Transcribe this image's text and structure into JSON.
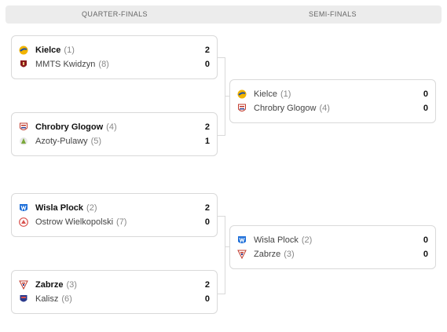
{
  "rounds": [
    "QUARTER-FINALS",
    "SEMI-FINALS"
  ],
  "quarter_finals": [
    {
      "teams": [
        {
          "name": "Kielce",
          "seed": "(1)",
          "score": "2",
          "winner": true,
          "logo": "kielce-logo",
          "color": "#f2b400"
        },
        {
          "name": "MMTS Kwidzyn",
          "seed": "(8)",
          "score": "0",
          "winner": false,
          "logo": "kwidzyn-logo",
          "color": "#8b1a1a"
        }
      ]
    },
    {
      "teams": [
        {
          "name": "Chrobry Glogow",
          "seed": "(4)",
          "score": "2",
          "winner": true,
          "logo": "chrobry-logo",
          "color": "#c0392b"
        },
        {
          "name": "Azoty-Pulawy",
          "seed": "(5)",
          "score": "1",
          "winner": false,
          "logo": "azoty-logo",
          "color": "#7aa83a"
        }
      ]
    },
    {
      "teams": [
        {
          "name": "Wisla Plock",
          "seed": "(2)",
          "score": "2",
          "winner": true,
          "logo": "wisla-logo",
          "color": "#1e6fd9"
        },
        {
          "name": "Ostrow Wielkopolski",
          "seed": "(7)",
          "score": "0",
          "winner": false,
          "logo": "ostrow-logo",
          "color": "#d9534f"
        }
      ]
    },
    {
      "teams": [
        {
          "name": "Zabrze",
          "seed": "(3)",
          "score": "2",
          "winner": true,
          "logo": "zabrze-logo",
          "color": "#c0392b"
        },
        {
          "name": "Kalisz",
          "seed": "(6)",
          "score": "0",
          "winner": false,
          "logo": "kalisz-logo",
          "color": "#2b3a8c"
        }
      ]
    }
  ],
  "semi_finals": [
    {
      "teams": [
        {
          "name": "Kielce",
          "seed": "(1)",
          "score": "0",
          "winner": false,
          "logo": "kielce-logo",
          "color": "#f2b400"
        },
        {
          "name": "Chrobry Glogow",
          "seed": "(4)",
          "score": "0",
          "winner": false,
          "logo": "chrobry-logo",
          "color": "#c0392b"
        }
      ]
    },
    {
      "teams": [
        {
          "name": "Wisla Plock",
          "seed": "(2)",
          "score": "0",
          "winner": false,
          "logo": "wisla-logo",
          "color": "#1e6fd9"
        },
        {
          "name": "Zabrze",
          "seed": "(3)",
          "score": "0",
          "winner": false,
          "logo": "zabrze-logo",
          "color": "#c0392b"
        }
      ]
    }
  ]
}
